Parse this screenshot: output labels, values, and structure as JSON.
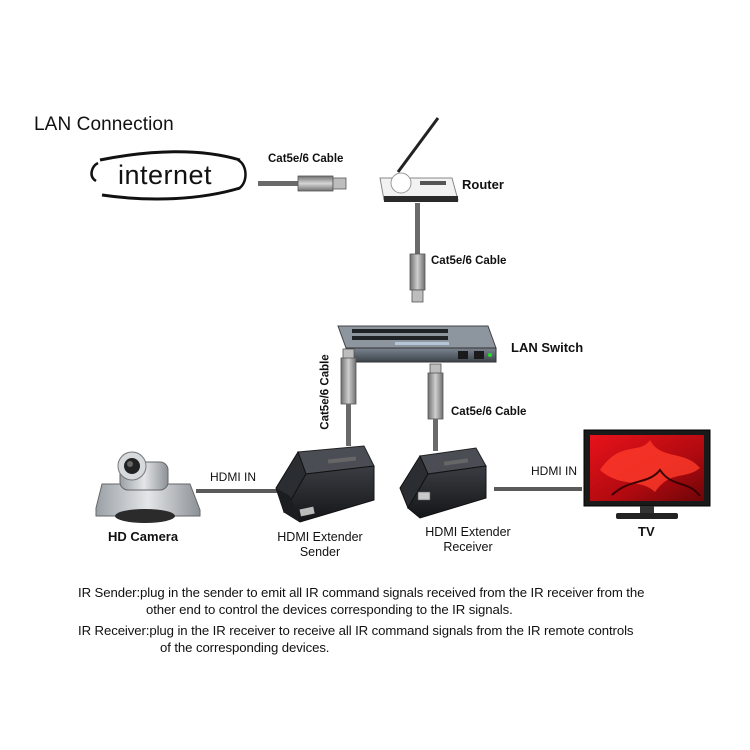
{
  "title": "LAN Connection",
  "internet_logo": "internet",
  "labels": {
    "router": "Router",
    "lan_switch": "LAN Switch",
    "hd_camera": "HD Camera",
    "sender_line1": "HDMI Extender",
    "sender_line2": "Sender",
    "receiver_line1": "HDMI Extender",
    "receiver_line2": "Receiver",
    "tv": "TV"
  },
  "cables": {
    "internet_router": "Cat5e/6 Cable",
    "router_switch": "Cat5e/6 Cable",
    "switch_sender": "Cat5e/6 Cable",
    "switch_receiver": "Cat5e/6 Cable"
  },
  "hdmi": {
    "camera_in": "HDMI IN",
    "tv_in": "HDMI IN"
  },
  "notes": {
    "sender_line1": "IR Sender:plug in the sender to emit all IR command signals received from the IR receiver from the",
    "sender_line2": "other end to control the devices corresponding to the IR signals.",
    "receiver_line1": "IR Receiver:plug in the IR receiver to receive all IR command signals from the IR remote controls",
    "receiver_line2": "of the corresponding devices."
  }
}
